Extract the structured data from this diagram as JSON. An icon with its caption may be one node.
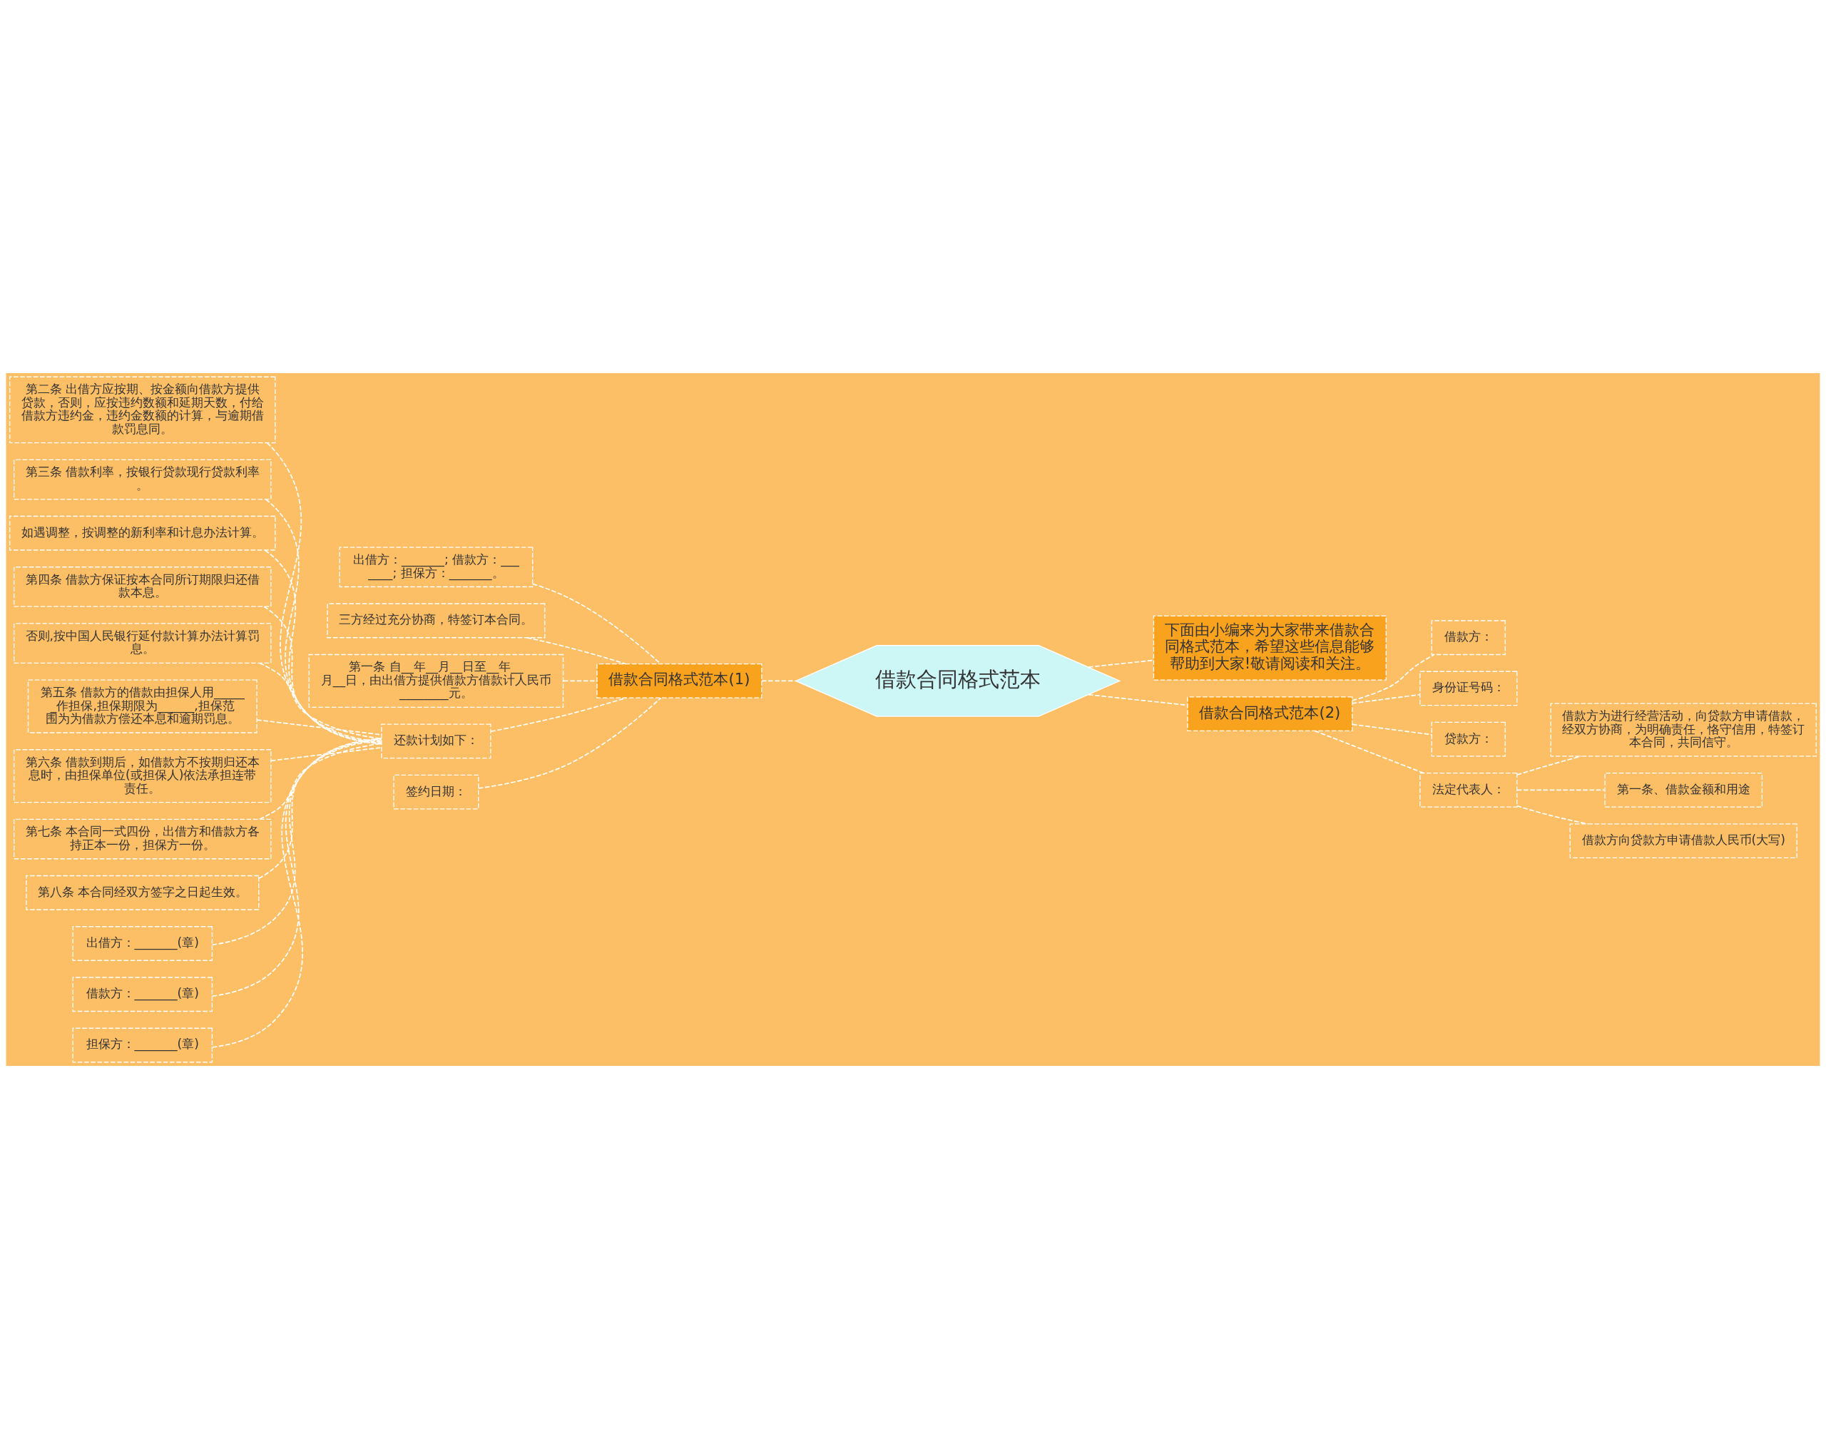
{
  "diagram": {
    "nodes": [
      {
        "text": [
          "借款合同格式范本"
        ]
      },
      {
        "text": [
          "下面由小编来为大家带来借款合同格式范本，希望这些信息能够帮助到大家!敬请阅读和关注。"
        ]
      },
      {
        "text": [
          "借款合同格式范本(1)"
        ]
      },
      {
        "text": [
          "出借方：_______; 借款方：_______; 担保方：_______。"
        ]
      },
      {
        "text": [
          "三方经过充分协商，特签订本合同。"
        ]
      },
      {
        "text": [
          "第一条 自__年__月__日至__年__月__日，由出借方提供借款方借款计人民币________元。"
        ]
      },
      {
        "text": [
          "还款计划如下："
        ]
      },
      {
        "text": [
          "第二条 出借方应按期、按金额向借款方提供贷款，否则，应按违约数额和延期天数，付给借款方违约金，违约金数额的计算，与逾期借款罚息同。"
        ]
      },
      {
        "text": [
          "第三条 借款利率，按银行贷款现行贷款利率。"
        ]
      },
      {
        "text": [
          "如遇调整，按调整的新利率和计息办法计算。"
        ]
      },
      {
        "text": [
          "第四条 借款方保证按本合同所订期限归还借款本息。"
        ]
      },
      {
        "text": [
          "否则,按中国人民银行延付款计算办法计算罚息。"
        ]
      },
      {
        "text": [
          "第五条 借款方的借款由担保人用______作担保,担保期限为______,担保范围为为借款方偿还本息和逾期罚息。"
        ]
      },
      {
        "text": [
          "第六条 借款到期后，如借款方不按期归还本息时，由担保单位(或担保人)依法承担连带责任。"
        ]
      },
      {
        "text": [
          "第七条 本合同一式四份，出借方和借款方各持正本一份，担保方一份。"
        ]
      },
      {
        "text": [
          "第八条 本合同经双方签字之日起生效。"
        ]
      },
      {
        "text": [
          "出借方：_______(章)"
        ]
      },
      {
        "text": [
          "借款方：_______(章)"
        ]
      },
      {
        "text": [
          "担保方：_______(章)"
        ]
      },
      {
        "text": [
          "签约日期："
        ]
      },
      {
        "text": [
          "借款合同格式范本(2)"
        ]
      },
      {
        "text": [
          "借款方："
        ]
      },
      {
        "text": [
          "身份证号码："
        ]
      },
      {
        "text": [
          "贷款方："
        ]
      },
      {
        "text": [
          "法定代表人："
        ]
      },
      {
        "text": [
          "借款方为进行经营活动，向贷款方申请借款，经双方协商，为明确责任，恪守信用，特签订本合同，共同信守。"
        ]
      },
      {
        "text": [
          "第一条、借款金额和用途"
        ]
      },
      {
        "text": [
          "借款方向贷款方申请借款人民币(大写)"
        ]
      }
    ],
    "edges": [
      {
        "from": 0,
        "to": 1,
        "arrow": "none",
        "style": "dashed"
      },
      {
        "from": 0,
        "to": 2,
        "arrow": "none",
        "style": "dashed"
      },
      {
        "from": 2,
        "to": 3,
        "arrow": "none",
        "style": "dashed"
      },
      {
        "from": 2,
        "to": 4,
        "arrow": "none",
        "style": "dashed"
      },
      {
        "from": 2,
        "to": 5,
        "arrow": "none",
        "style": "dashed"
      },
      {
        "from": 2,
        "to": 6,
        "arrow": "none",
        "style": "dashed"
      },
      {
        "from": 6,
        "to": 7,
        "arrow": "none",
        "style": "dashed"
      },
      {
        "from": 6,
        "to": 8,
        "arrow": "none",
        "style": "dashed"
      },
      {
        "from": 6,
        "to": 9,
        "arrow": "none",
        "style": "dashed"
      },
      {
        "from": 6,
        "to": 10,
        "arrow": "none",
        "style": "dashed"
      },
      {
        "from": 6,
        "to": 11,
        "arrow": "none",
        "style": "dashed"
      },
      {
        "from": 6,
        "to": 12,
        "arrow": "none",
        "style": "dashed"
      },
      {
        "from": 6,
        "to": 13,
        "arrow": "none",
        "style": "dashed"
      },
      {
        "from": 6,
        "to": 14,
        "arrow": "none",
        "style": "dashed"
      },
      {
        "from": 6,
        "to": 15,
        "arrow": "none",
        "style": "dashed"
      },
      {
        "from": 6,
        "to": 16,
        "arrow": "none",
        "style": "dashed"
      },
      {
        "from": 6,
        "to": 17,
        "arrow": "none",
        "style": "dashed"
      },
      {
        "from": 6,
        "to": 18,
        "arrow": "none",
        "style": "dashed"
      },
      {
        "from": 2,
        "to": 19,
        "arrow": "none",
        "style": "dashed"
      },
      {
        "from": 0,
        "to": 20,
        "arrow": "none",
        "style": "dashed"
      },
      {
        "from": 20,
        "to": 21,
        "arrow": "none",
        "style": "dashed"
      },
      {
        "from": 20,
        "to": 22,
        "arrow": "none",
        "style": "dashed"
      },
      {
        "from": 20,
        "to": 23,
        "arrow": "none",
        "style": "dashed"
      },
      {
        "from": 20,
        "to": 24,
        "arrow": "none",
        "style": "dashed"
      },
      {
        "from": 24,
        "to": 25,
        "arrow": "none",
        "style": "dashed"
      },
      {
        "from": 24,
        "to": 26,
        "arrow": "none",
        "style": "dashed"
      },
      {
        "from": 24,
        "to": 27,
        "arrow": "none",
        "style": "dashed"
      }
    ]
  }
}
